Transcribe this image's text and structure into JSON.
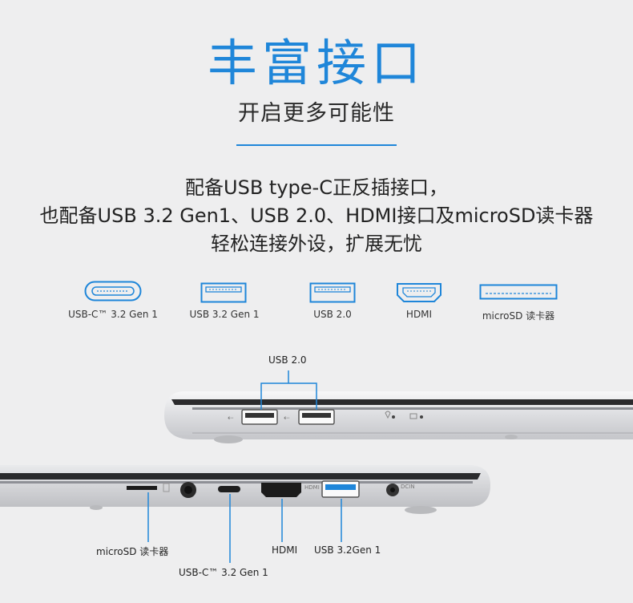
{
  "header": {
    "title": "丰富接口",
    "subtitle": "开启更多可能性"
  },
  "description": {
    "line1": "配备USB type-C正反插接口，",
    "line2": "也配备USB 3.2 Gen1、USB 2.0、HDMI接口及microSD读卡器",
    "line3": "轻松连接外设，扩展无忧"
  },
  "ports_legend": [
    {
      "label": "USB-C™ 3.2 Gen 1",
      "icon": "usb-c-port-icon"
    },
    {
      "label": "USB 3.2 Gen 1",
      "icon": "usb-a-port-icon"
    },
    {
      "label": "USB 2.0",
      "icon": "usb-a-port-icon"
    },
    {
      "label": "HDMI",
      "icon": "hdmi-port-icon"
    },
    {
      "label": "microSD 读卡器",
      "icon": "microsd-slot-icon"
    }
  ],
  "callouts": {
    "top_usb2": "USB 2.0",
    "microsd": "microSD 读卡器",
    "usbc": "USB-C™ 3.2 Gen 1",
    "hdmi": "HDMI",
    "usb32": "USB 3.2Gen 1"
  },
  "laptop_markings": {
    "hdmi_mark": "HDMI",
    "dcin_mark": "DCIN"
  },
  "colors": {
    "accent": "#1f86d9",
    "text": "#222222",
    "background": "#eeeeef"
  }
}
